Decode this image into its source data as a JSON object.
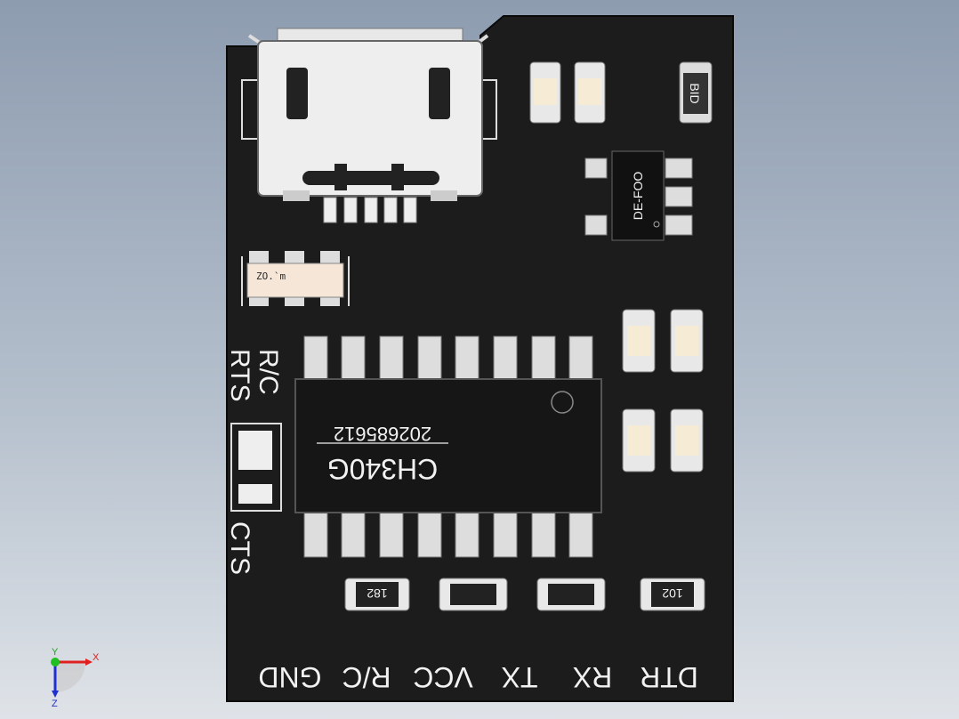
{
  "board": {
    "pcb_color": "#1c1c1c",
    "silk_color": "#f2f2f2",
    "pad_color": "#e8e8e8",
    "pin_labels": [
      "GND",
      "R/C",
      "VCC",
      "TX",
      "RX",
      "DTR"
    ],
    "side_label_top_1": "R/C",
    "side_label_top_2": "RTS",
    "side_label_bottom": "CTS"
  },
  "chip_main": {
    "name": "CH340G",
    "code": "202685612"
  },
  "chip_ldo": {
    "marking": "DE-FOO"
  },
  "crystal": {
    "marking": "ZO.`m"
  },
  "sot_component": {
    "marking": "BID"
  },
  "resistors": [
    "182",
    "102"
  ],
  "axis_gizmo": {
    "x": "X",
    "y": "Y",
    "z": "Z"
  }
}
